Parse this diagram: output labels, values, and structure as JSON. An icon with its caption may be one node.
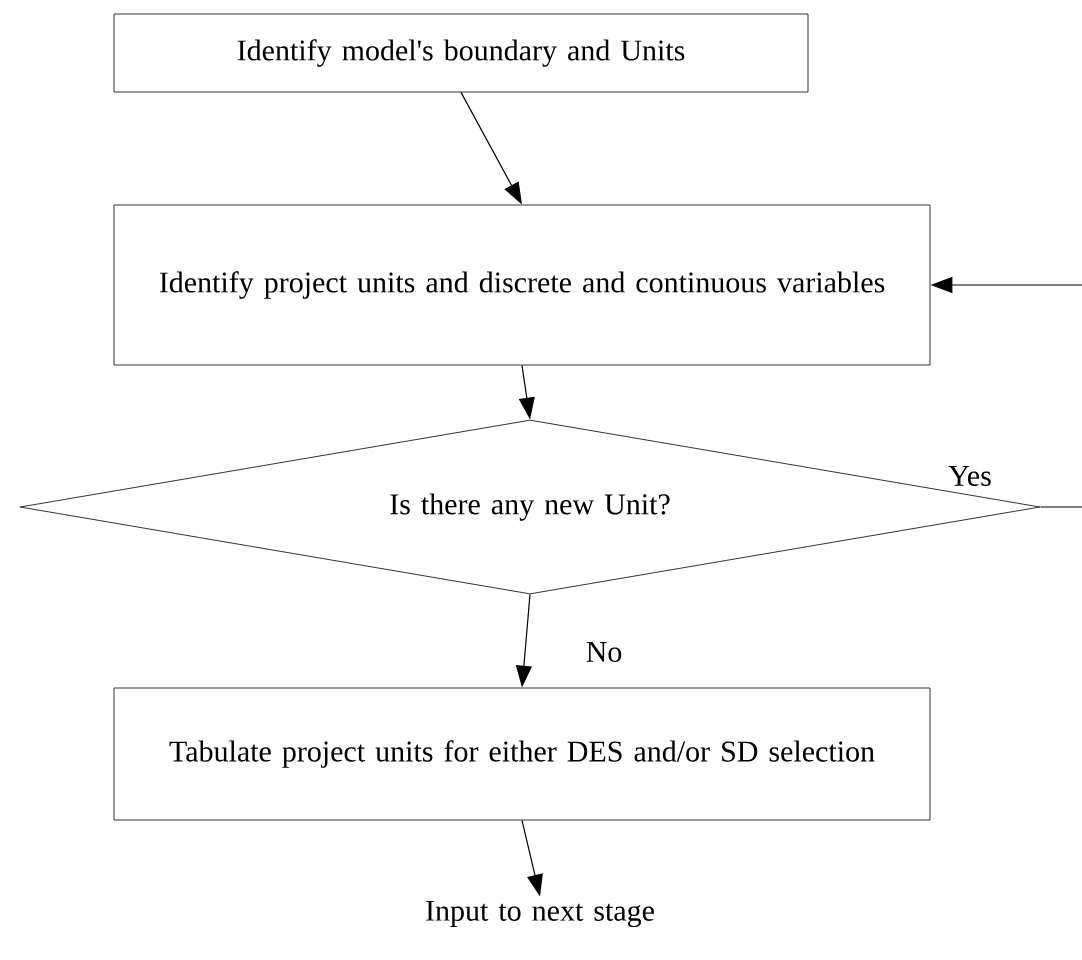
{
  "diagram": {
    "nodes": [
      {
        "text": [
          "Identify  model's boundary and Units"
        ]
      },
      {
        "text": [
          "Identify project units and discrete and continuous variables"
        ]
      },
      {
        "text": [
          "Is there any new Unit?"
        ]
      },
      {
        "text": [
          "Tabulate project units for either  DES and/or SD selection"
        ]
      },
      {
        "text": [
          "Input to next stage"
        ]
      }
    ],
    "edges": [
      {
        "from": 0,
        "to": 1,
        "arrow": "to"
      },
      {
        "from": 1,
        "to": 2,
        "arrow": "to"
      },
      {
        "from": 2,
        "to": 3,
        "arrow": "to",
        "label": "No"
      },
      {
        "from": 2,
        "to": 1,
        "arrow": "to",
        "label": "Yes"
      },
      {
        "from": 3,
        "to": 4,
        "arrow": "to"
      }
    ]
  }
}
